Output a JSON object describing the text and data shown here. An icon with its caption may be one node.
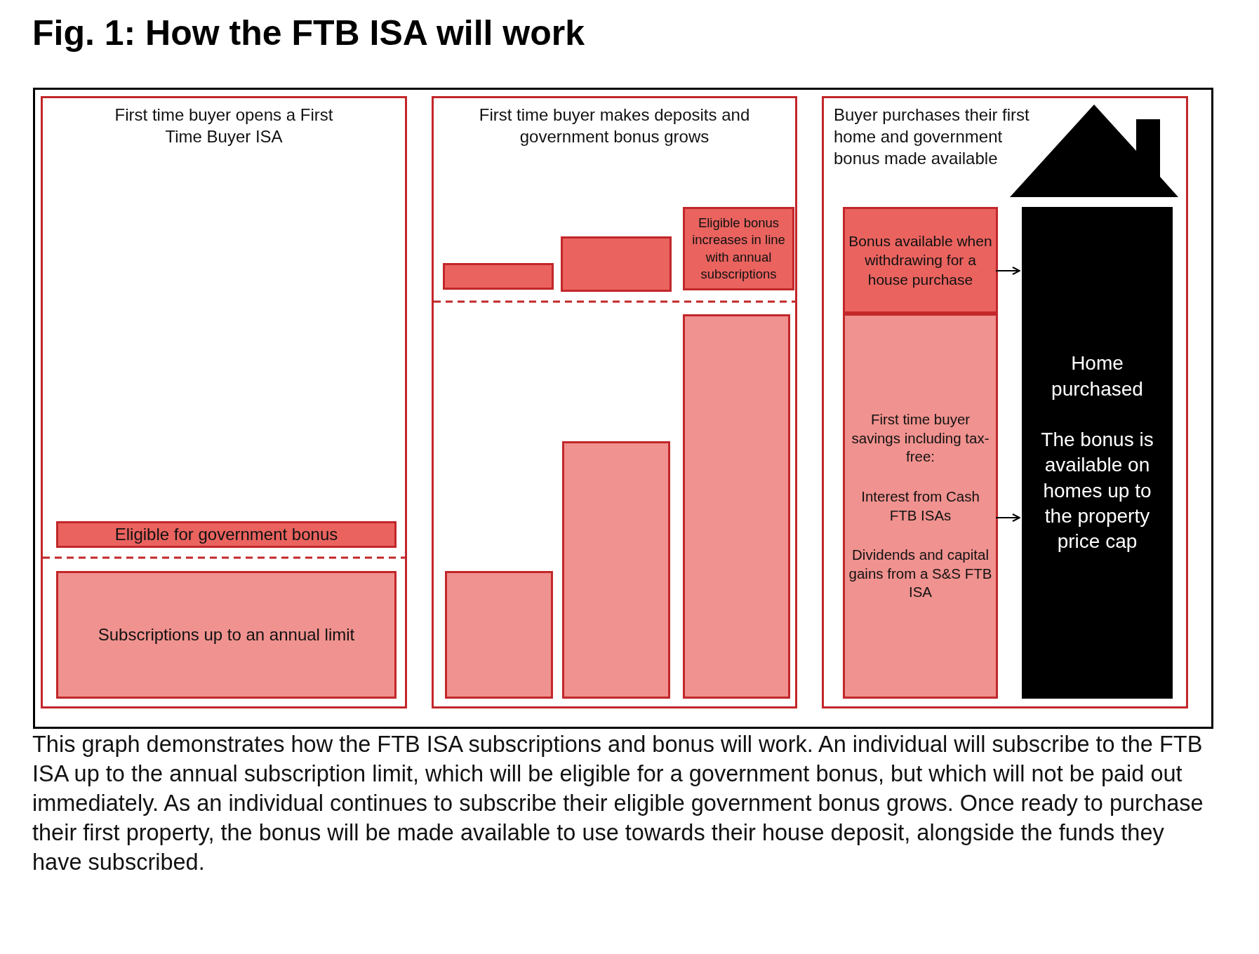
{
  "diagram": {
    "title": "Fig. 1: How the FTB ISA will work",
    "caption": "This graph demonstrates how the FTB ISA subscriptions and bonus will work. An individual will subscribe to the FTB ISA up to the annual subscription limit, which will be eligible for a government bonus, but which will not be paid out immediately. As an individual continues to subscribe their eligible government bonus grows. Once ready to purchase their first property, the bonus will be made available to use towards their house deposit, alongside the funds they have subscribed.",
    "nodes": [
      {
        "text": [
          "First time buyer opens a First Time Buyer ISA"
        ]
      },
      {
        "text": [
          "Eligible for government bonus"
        ],
        "in": 0
      },
      {
        "text": [
          "Subscriptions up to an annual limit"
        ],
        "in": 0
      },
      {
        "text": [
          "First time buyer makes deposits and government bonus grows"
        ]
      },
      {
        "text": [],
        "shape": "box",
        "in": 3
      },
      {
        "text": [],
        "shape": "box",
        "in": 3
      },
      {
        "text": [
          "Eligible bonus increases in line with annual subscriptions"
        ],
        "in": 3
      },
      {
        "text": [],
        "shape": "box",
        "in": 3
      },
      {
        "text": [],
        "shape": "box",
        "in": 3
      },
      {
        "text": [],
        "shape": "box",
        "in": 3
      },
      {
        "text": [
          "Buyer purchases their first home and government bonus made available"
        ]
      },
      {
        "text": [
          "Bonus available when withdrawing for a house purchase"
        ],
        "in": 10
      },
      {
        "text": [
          "First time buyer savings including tax-free:",
          "Interest from Cash FTB ISAs",
          "Dividends and capital gains from a S&S FTB ISA"
        ],
        "in": 10
      },
      {
        "text": [
          "Home purchased",
          "The bonus is available on homes up to the property price cap"
        ],
        "in": 10
      }
    ],
    "edges": [
      {
        "from": 11,
        "to": 13,
        "arrow": "to"
      },
      {
        "from": 12,
        "to": 13,
        "arrow": "to"
      }
    ]
  }
}
